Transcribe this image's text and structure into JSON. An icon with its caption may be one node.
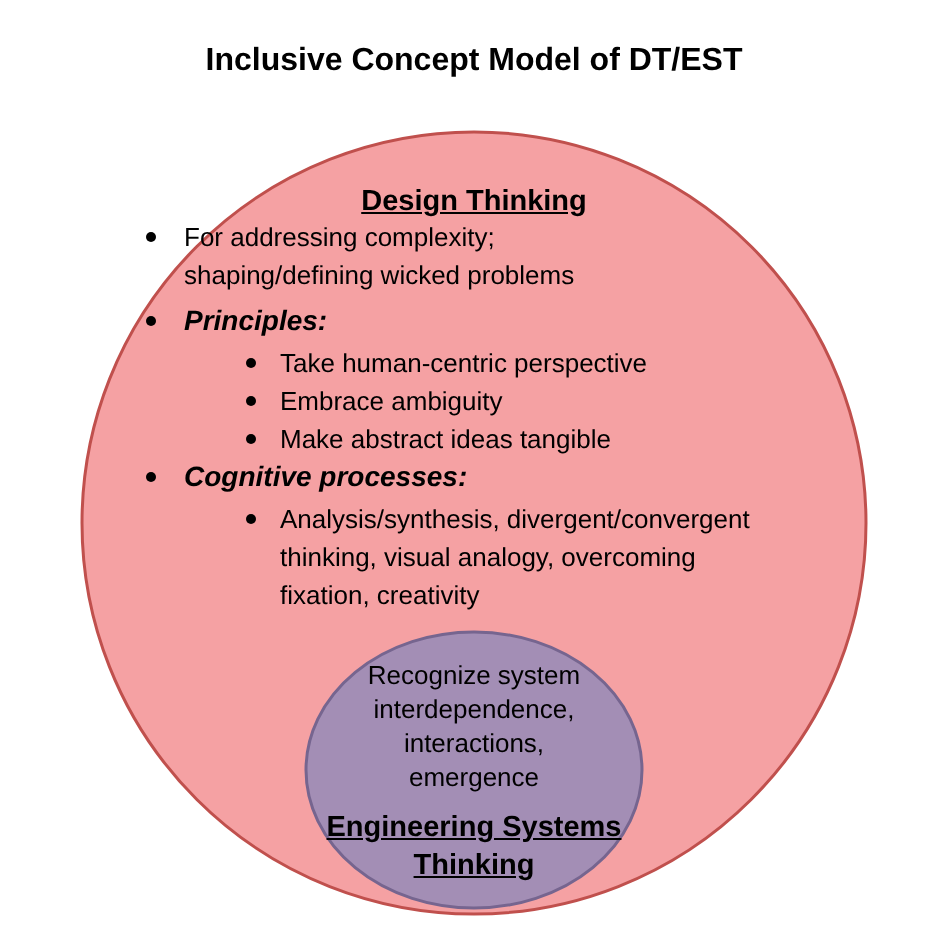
{
  "diagram": {
    "title": "Inclusive Concept Model of DT/EST",
    "nodes": [
      {
        "text": [
          "Design Thinking",
          "For addressing complexity; shaping/defining wicked problems",
          "Principles:",
          "Take human-centric perspective",
          "Embrace ambiguity",
          "Make abstract ideas tangible",
          "Cognitive processes:",
          "Analysis/synthesis, divergent/convergent thinking, visual analogy, overcoming fixation, creativity"
        ]
      },
      {
        "text": [
          "Recognize system interdependence, interactions, emergence",
          "Engineering Systems Thinking"
        ],
        "in": 0
      }
    ]
  }
}
